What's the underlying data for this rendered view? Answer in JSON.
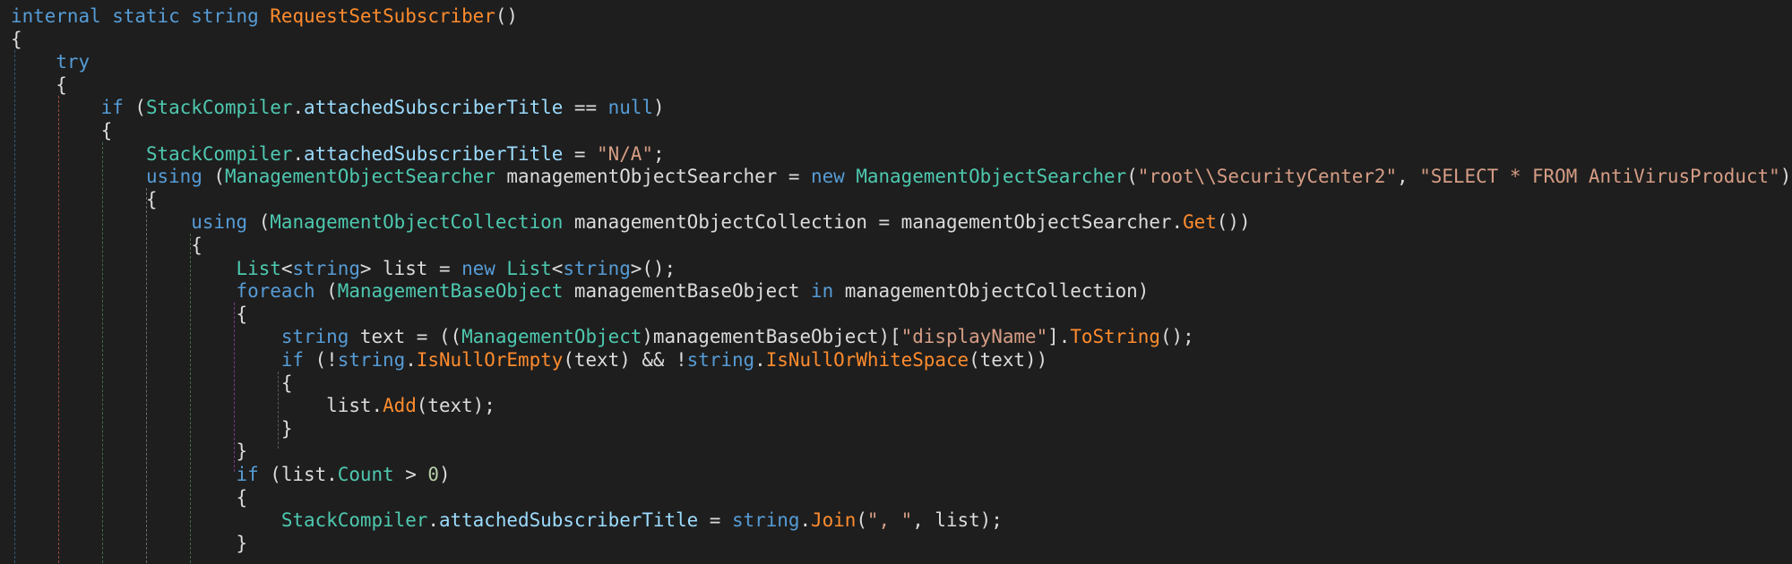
{
  "colors": {
    "background": "#1e1e1e",
    "keyword": "#569cd6",
    "type": "#4ec9b0",
    "method": "#ff8c2e",
    "string": "#d69d85",
    "number": "#b5cea8",
    "property": "#9cdcfe",
    "plain": "#dcdcdc"
  },
  "code": {
    "lines": [
      {
        "tokens": [
          {
            "t": "internal",
            "c": "kw"
          },
          {
            "t": " ",
            "c": "pln"
          },
          {
            "t": "static",
            "c": "kw"
          },
          {
            "t": " ",
            "c": "pln"
          },
          {
            "t": "string",
            "c": "kw"
          },
          {
            "t": " ",
            "c": "pln"
          },
          {
            "t": "RequestSetSubscriber",
            "c": "mth"
          },
          {
            "t": "()",
            "c": "pln"
          }
        ]
      },
      {
        "tokens": [
          {
            "t": "{",
            "c": "pln"
          }
        ]
      },
      {
        "tokens": [
          {
            "t": "    ",
            "c": "pln"
          },
          {
            "t": "try",
            "c": "kw"
          }
        ]
      },
      {
        "tokens": [
          {
            "t": "    {",
            "c": "pln"
          }
        ]
      },
      {
        "tokens": [
          {
            "t": "        ",
            "c": "pln"
          },
          {
            "t": "if",
            "c": "kw"
          },
          {
            "t": " (",
            "c": "pln"
          },
          {
            "t": "StackCompiler",
            "c": "typ"
          },
          {
            "t": ".",
            "c": "pln"
          },
          {
            "t": "attachedSubscriberTitle",
            "c": "prop"
          },
          {
            "t": " == ",
            "c": "pln"
          },
          {
            "t": "null",
            "c": "kw"
          },
          {
            "t": ")",
            "c": "pln"
          }
        ]
      },
      {
        "tokens": [
          {
            "t": "        {",
            "c": "pln"
          }
        ]
      },
      {
        "tokens": [
          {
            "t": "            ",
            "c": "pln"
          },
          {
            "t": "StackCompiler",
            "c": "typ"
          },
          {
            "t": ".",
            "c": "pln"
          },
          {
            "t": "attachedSubscriberTitle",
            "c": "prop"
          },
          {
            "t": " = ",
            "c": "pln"
          },
          {
            "t": "\"N/A\"",
            "c": "str"
          },
          {
            "t": ";",
            "c": "pln"
          }
        ]
      },
      {
        "tokens": [
          {
            "t": "            ",
            "c": "pln"
          },
          {
            "t": "using",
            "c": "kw"
          },
          {
            "t": " (",
            "c": "pln"
          },
          {
            "t": "ManagementObjectSearcher",
            "c": "typ"
          },
          {
            "t": " managementObjectSearcher = ",
            "c": "pln"
          },
          {
            "t": "new",
            "c": "kw"
          },
          {
            "t": " ",
            "c": "pln"
          },
          {
            "t": "ManagementObjectSearcher",
            "c": "typ"
          },
          {
            "t": "(",
            "c": "pln"
          },
          {
            "t": "\"root\\\\SecurityCenter2\"",
            "c": "str"
          },
          {
            "t": ", ",
            "c": "pln"
          },
          {
            "t": "\"SELECT * FROM AntiVirusProduct\"",
            "c": "str"
          },
          {
            "t": "))",
            "c": "pln"
          }
        ]
      },
      {
        "tokens": [
          {
            "t": "            {",
            "c": "pln"
          }
        ]
      },
      {
        "tokens": [
          {
            "t": "                ",
            "c": "pln"
          },
          {
            "t": "using",
            "c": "kw"
          },
          {
            "t": " (",
            "c": "pln"
          },
          {
            "t": "ManagementObjectCollection",
            "c": "typ"
          },
          {
            "t": " managementObjectCollection = managementObjectSearcher.",
            "c": "pln"
          },
          {
            "t": "Get",
            "c": "mth"
          },
          {
            "t": "())",
            "c": "pln"
          }
        ]
      },
      {
        "tokens": [
          {
            "t": "                {",
            "c": "pln"
          }
        ]
      },
      {
        "tokens": [
          {
            "t": "                    ",
            "c": "pln"
          },
          {
            "t": "List",
            "c": "typ"
          },
          {
            "t": "<",
            "c": "pln"
          },
          {
            "t": "string",
            "c": "kw"
          },
          {
            "t": "> list = ",
            "c": "pln"
          },
          {
            "t": "new",
            "c": "kw"
          },
          {
            "t": " ",
            "c": "pln"
          },
          {
            "t": "List",
            "c": "typ"
          },
          {
            "t": "<",
            "c": "pln"
          },
          {
            "t": "string",
            "c": "kw"
          },
          {
            "t": ">();",
            "c": "pln"
          }
        ]
      },
      {
        "tokens": [
          {
            "t": "                    ",
            "c": "pln"
          },
          {
            "t": "foreach",
            "c": "kw"
          },
          {
            "t": " (",
            "c": "pln"
          },
          {
            "t": "ManagementBaseObject",
            "c": "typ"
          },
          {
            "t": " managementBaseObject ",
            "c": "pln"
          },
          {
            "t": "in",
            "c": "kw"
          },
          {
            "t": " managementObjectCollection)",
            "c": "pln"
          }
        ]
      },
      {
        "tokens": [
          {
            "t": "                    {",
            "c": "pln"
          }
        ]
      },
      {
        "tokens": [
          {
            "t": "                        ",
            "c": "pln"
          },
          {
            "t": "string",
            "c": "kw"
          },
          {
            "t": " text = ((",
            "c": "pln"
          },
          {
            "t": "ManagementObject",
            "c": "typ"
          },
          {
            "t": ")managementBaseObject)[",
            "c": "pln"
          },
          {
            "t": "\"displayName\"",
            "c": "str"
          },
          {
            "t": "].",
            "c": "pln"
          },
          {
            "t": "ToString",
            "c": "mth"
          },
          {
            "t": "();",
            "c": "pln"
          }
        ]
      },
      {
        "tokens": [
          {
            "t": "                        ",
            "c": "pln"
          },
          {
            "t": "if",
            "c": "kw"
          },
          {
            "t": " (!",
            "c": "pln"
          },
          {
            "t": "string",
            "c": "kw"
          },
          {
            "t": ".",
            "c": "pln"
          },
          {
            "t": "IsNullOrEmpty",
            "c": "mth"
          },
          {
            "t": "(text) && !",
            "c": "pln"
          },
          {
            "t": "string",
            "c": "kw"
          },
          {
            "t": ".",
            "c": "pln"
          },
          {
            "t": "IsNullOrWhiteSpace",
            "c": "mth"
          },
          {
            "t": "(text))",
            "c": "pln"
          }
        ]
      },
      {
        "tokens": [
          {
            "t": "                        {",
            "c": "pln"
          }
        ]
      },
      {
        "tokens": [
          {
            "t": "                            list.",
            "c": "pln"
          },
          {
            "t": "Add",
            "c": "mth"
          },
          {
            "t": "(text);",
            "c": "pln"
          }
        ]
      },
      {
        "tokens": [
          {
            "t": "                        }",
            "c": "pln"
          }
        ]
      },
      {
        "tokens": [
          {
            "t": "                    }",
            "c": "pln"
          }
        ]
      },
      {
        "tokens": [
          {
            "t": "                    ",
            "c": "pln"
          },
          {
            "t": "if",
            "c": "kw"
          },
          {
            "t": " (list.",
            "c": "pln"
          },
          {
            "t": "Count",
            "c": "typ"
          },
          {
            "t": " > ",
            "c": "pln"
          },
          {
            "t": "0",
            "c": "num"
          },
          {
            "t": ")",
            "c": "pln"
          }
        ]
      },
      {
        "tokens": [
          {
            "t": "                    {",
            "c": "pln"
          }
        ]
      },
      {
        "tokens": [
          {
            "t": "                        ",
            "c": "pln"
          },
          {
            "t": "StackCompiler",
            "c": "typ"
          },
          {
            "t": ".",
            "c": "pln"
          },
          {
            "t": "attachedSubscriberTitle",
            "c": "prop"
          },
          {
            "t": " = ",
            "c": "pln"
          },
          {
            "t": "string",
            "c": "kw"
          },
          {
            "t": ".",
            "c": "pln"
          },
          {
            "t": "Join",
            "c": "mth"
          },
          {
            "t": "(",
            "c": "pln"
          },
          {
            "t": "\", \"",
            "c": "str"
          },
          {
            "t": ", list);",
            "c": "pln"
          }
        ]
      },
      {
        "tokens": [
          {
            "t": "                    }",
            "c": "pln"
          }
        ]
      }
    ]
  }
}
